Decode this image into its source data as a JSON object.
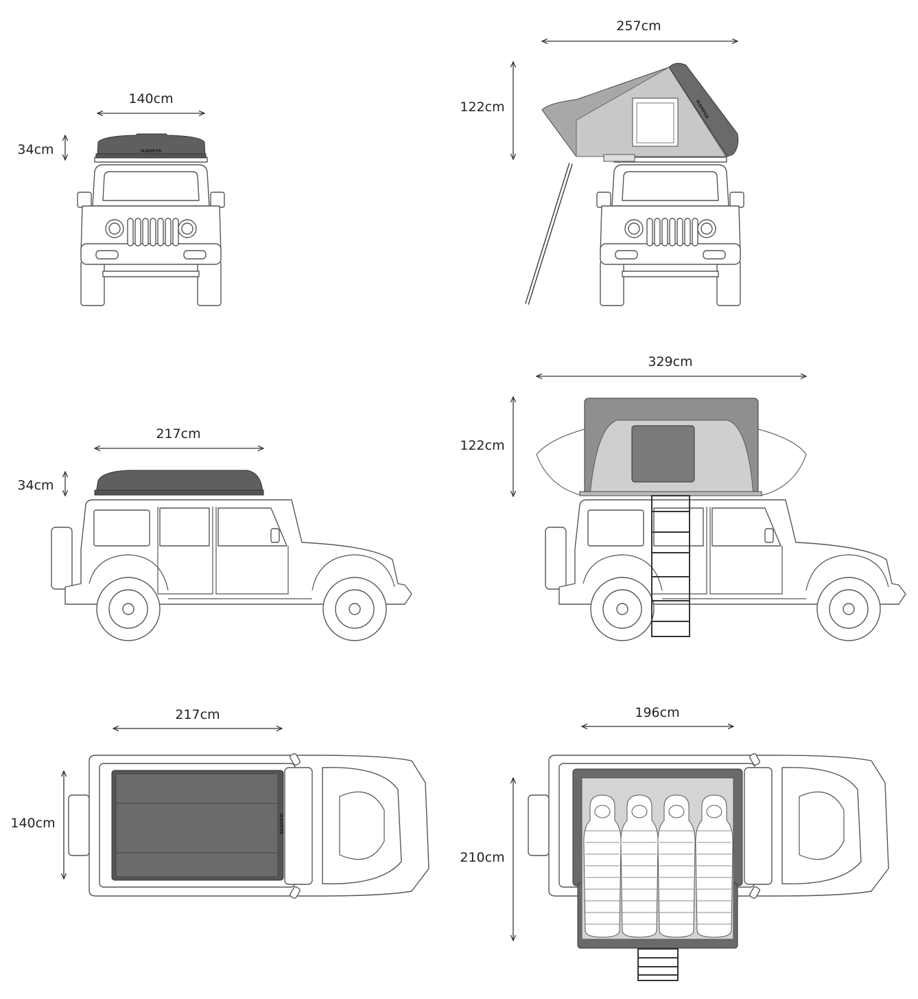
{
  "brand": "IKAMPER",
  "colors": {
    "tent_dark": "#5f5f5f",
    "tent_mid": "#9a9a9a",
    "tent_light": "#cfcfcf",
    "line": "#555555"
  },
  "views": {
    "front_closed": {
      "width_label": "140cm",
      "height_label": "34cm"
    },
    "front_open": {
      "width_label": "257cm",
      "height_label": "122cm"
    },
    "side_closed": {
      "width_label": "217cm",
      "height_label": "34cm"
    },
    "side_open": {
      "width_label": "329cm",
      "height_label": "122cm"
    },
    "top_closed": {
      "length_label": "217cm",
      "width_label": "140cm"
    },
    "top_open": {
      "width_label": "196cm",
      "length_label": "210cm"
    }
  }
}
